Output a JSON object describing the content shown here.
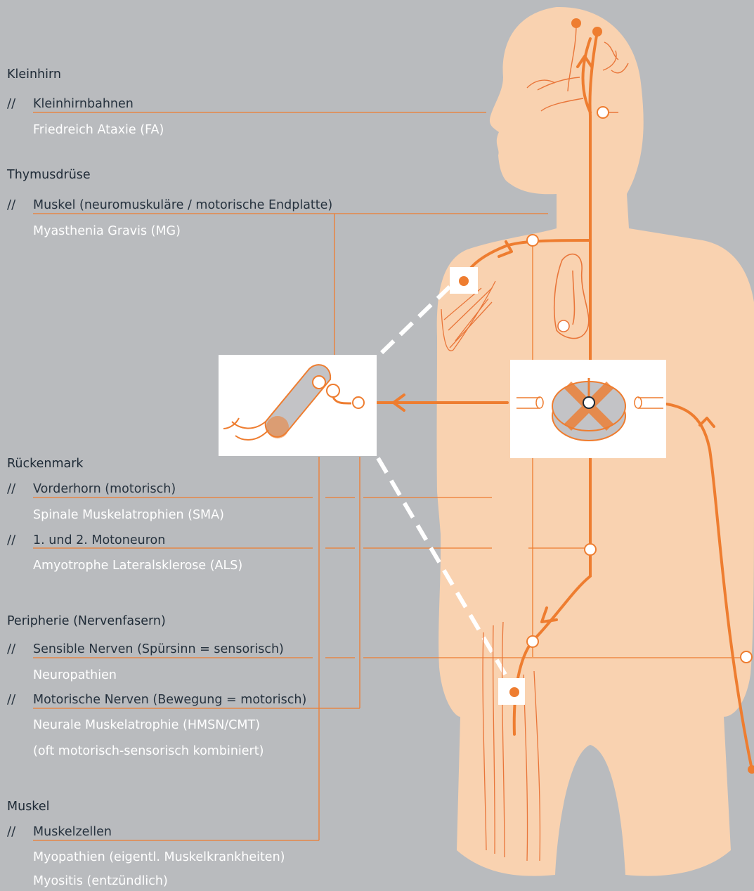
{
  "colors": {
    "background": "#b9bbbe",
    "body": "#f9d2b0",
    "accent": "#ee7d30",
    "outline": "#e9763a",
    "heading": "#1e2a36",
    "disease": "#ffffff"
  },
  "sections": [
    {
      "heading": "Kleinhirn",
      "entries": [
        {
          "marker": "//",
          "item": "Kleinhirnbahnen",
          "diseases": [
            "Friedreich Ataxie (FA)"
          ]
        }
      ]
    },
    {
      "heading": "Thymusdrüse",
      "entries": [
        {
          "marker": "//",
          "item": "Muskel (neuromuskuläre / motorische Endplatte)",
          "diseases": [
            "Myasthenia Gravis (MG)"
          ]
        }
      ]
    },
    {
      "heading": "Rückenmark",
      "entries": [
        {
          "marker": "//",
          "item": "Vorderhorn (motorisch)",
          "diseases": [
            "Spinale Muskelatrophien (SMA)"
          ]
        },
        {
          "marker": "//",
          "item": "1. und 2. Motoneuron",
          "diseases": [
            "Amyotrophe Lateralsklerose (ALS)"
          ]
        }
      ]
    },
    {
      "heading": "Peripherie (Nervenfasern)",
      "entries": [
        {
          "marker": "//",
          "item": "Sensible Nerven (Spürsinn = sensorisch)",
          "diseases": [
            "Neuropathien"
          ]
        },
        {
          "marker": "//",
          "item": "Motorische Nerven (Bewegung = motorisch)",
          "diseases": [
            "Neurale Muskelatrophie (HMSN/CMT)",
            "(oft motorisch-sensorisch kombiniert)"
          ]
        }
      ]
    },
    {
      "heading": "Muskel",
      "entries": [
        {
          "marker": "//",
          "item": "Muskelzellen",
          "diseases": [
            "Myopathien (eigentl. Muskelkrankheiten)",
            "Myositis (entzündlich)"
          ]
        }
      ]
    }
  ],
  "illustration": {
    "figure": "human-body-silhouette",
    "insets": [
      "muscle-fiber-detail",
      "spinal-cord-cross-section"
    ],
    "icons": [
      "brain-nerve-lines",
      "heart-shape",
      "shoulder-muscle",
      "thigh-muscle",
      "arrow-icon"
    ]
  }
}
